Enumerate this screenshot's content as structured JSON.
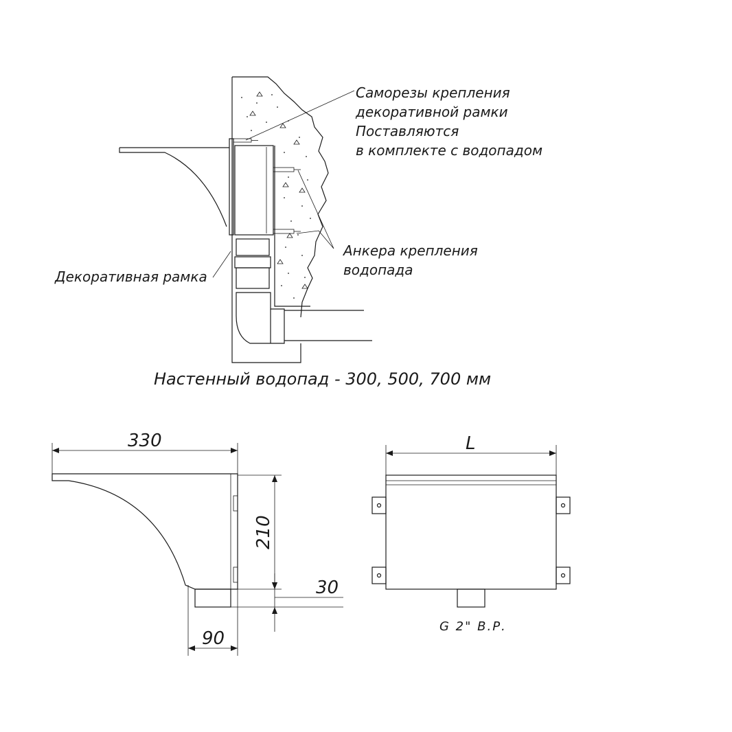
{
  "section_view": {
    "callout_screws_line1": "Саморезы крепления",
    "callout_screws_line2": "декоративной рамки",
    "callout_screws_line3": "Поставляются",
    "callout_screws_line4": "в комплекте с водопадом",
    "callout_anchors_line1": "Анкера крепления",
    "callout_anchors_line2": "водопада",
    "callout_frame": "Декоративная рамка",
    "caption": "Настенный водопад - 300, 500, 700 мм"
  },
  "side_view": {
    "dim_width": "330",
    "dim_height": "210",
    "dim_outlet": "30",
    "dim_offset": "90"
  },
  "front_view": {
    "dim_length": "L",
    "outlet_label": "G 2\" В.Р."
  }
}
